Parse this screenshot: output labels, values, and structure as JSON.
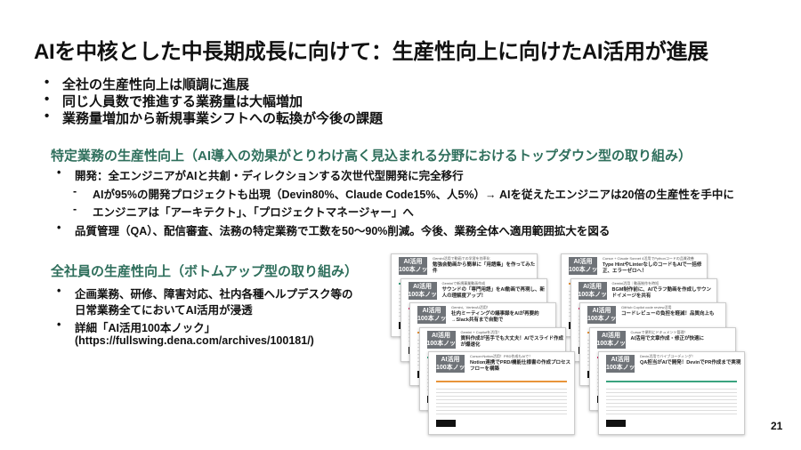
{
  "title": "AIを中核とした中長期成長に向けて：生産性向上に向けたAI活用が進展",
  "bullets": [
    "全社の生産性向上は順調に進展",
    "同じ人員数で推進する業務量は大幅増加",
    "業務量増加から新規事業シフトへの転換が今後の課題"
  ],
  "section1": {
    "heading": "特定業務の生産性向上（AI導入の効果がとりわけ高く見込まれる分野におけるトップダウン型の取り組み）",
    "item1": "開発：全エンジニアがAIと共創・ディレクションする次世代型開発に完全移行",
    "sub1": "AIが95%の開発プロジェクトも出現（Devin80%、Claude Code15%、人5%）→ AIを従えたエンジニアは20倍の生産性を手中に",
    "sub2": "エンジニアは「アーキテクト」、「プロジェクトマネージャー」へ",
    "item2": "品質管理（QA）、配信審査、法務の特定業務で工数を50～90%削減。今後、業務全体へ適用範囲拡大を図る"
  },
  "section2": {
    "heading": "全社員の生産性向上（ボトムアップ型の取り組み）",
    "item1a": "企画業務、研修、障害対応、社内各種ヘルプデスク等の",
    "item1b": "日常業務全てにおいてAI活用が浸透",
    "item2a": "詳細「AI活用100本ノック」",
    "item2b": "(https://fullswing.dena.com/archives/100181/)"
  },
  "logo_text": "AI活用 100本ノック",
  "cards_left": [
    {
      "sub": "Gemini活用で動画での学習を効率化",
      "title": "勉強会動画から簡単に「用語集」を作ってみた件",
      "color": "#3aa37f"
    },
    {
      "sub": "Geminiで新規事業動画作成",
      "title": "サウンドの「専門用語」をAI動画で再現し、新人の理解度アップ！",
      "color": "#d6336c"
    },
    {
      "sub": "Gemini、VertexAI活用！",
      "title": "社内ミーティングの議事録をAIが再要約→Slack共有まで自動で",
      "color": "#e8943a"
    },
    {
      "sub": "Gemini + Copilotを活用！",
      "title": "資料作成が苦手でも大丈夫！AIでスライド作成が爆速化",
      "color": "#3aa37f"
    },
    {
      "sub": "Cursor×Notion活用！PRD作成もAIで！",
      "title": "Notion連携でPRD/機能仕様書の作成プロセスフローを構築",
      "color": "#e8943a"
    }
  ],
  "cards_right": [
    {
      "sub": "Cursor + Claude Sonnet 4活用でPythonコードの品質改善",
      "title": "Type HintやLinterなしのコードもAIで一括修正、エラーゼロへ！",
      "color": "#e8943a"
    },
    {
      "sub": "Gemini活用｜動画制作を時短",
      "title": "BGM制作前に、AIでラフ動画を作成しサウンドイメージを共有",
      "color": "#d6336c"
    },
    {
      "sub": "GitHub Copilot code review活用",
      "title": "コードレビューの負担を軽減！品質向上も",
      "color": "#e8943a"
    },
    {
      "sub": "Cursorで便利にドキュメント管理！",
      "title": "AI活用で文章作成・修正が快適に",
      "color": "#d6336c"
    },
    {
      "sub": "Devin活用でバイブコーディング！",
      "title": "QA担当がAIで開発！DevinでPR作成まで実現",
      "color": "#3aa37f"
    }
  ],
  "page_number": "21"
}
